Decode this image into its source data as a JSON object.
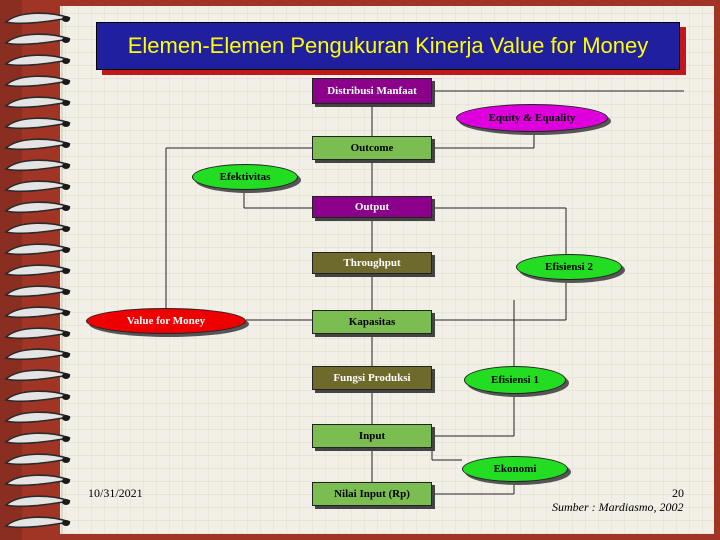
{
  "title": "Elemen-Elemen Pengukuran Kinerja Value for Money",
  "boxes": {
    "distribusi": "Distribusi Manfaat",
    "outcome": "Outcome",
    "output": "Output",
    "throughput": "Throughput",
    "kapasitas": "Kapasitas",
    "fungsi": "Fungsi Produksi",
    "input": "Input",
    "nilai": "Nilai Input (Rp)"
  },
  "ellipses": {
    "equity": "Equity & Equality",
    "efektivitas": "Efektivitas",
    "efisiensi2": "Efisiensi 2",
    "vfm": "Value for Money",
    "efisiensi1": "Efisiensi 1",
    "ekonomi": "Ekonomi"
  },
  "footer": {
    "date": "10/31/2021",
    "page": "20",
    "source": "Sumber : Mardiasmo, 2002"
  },
  "colors": {
    "title_bg": "#1f1fa0",
    "title_text": "#ffff00",
    "box_purple": "#8b008b",
    "box_green": "#7cbd52",
    "box_olive": "#6e6a2c",
    "ellipse_magenta": "#dd00dd",
    "ellipse_green": "#22dd22",
    "ellipse_red": "#ee0000"
  }
}
